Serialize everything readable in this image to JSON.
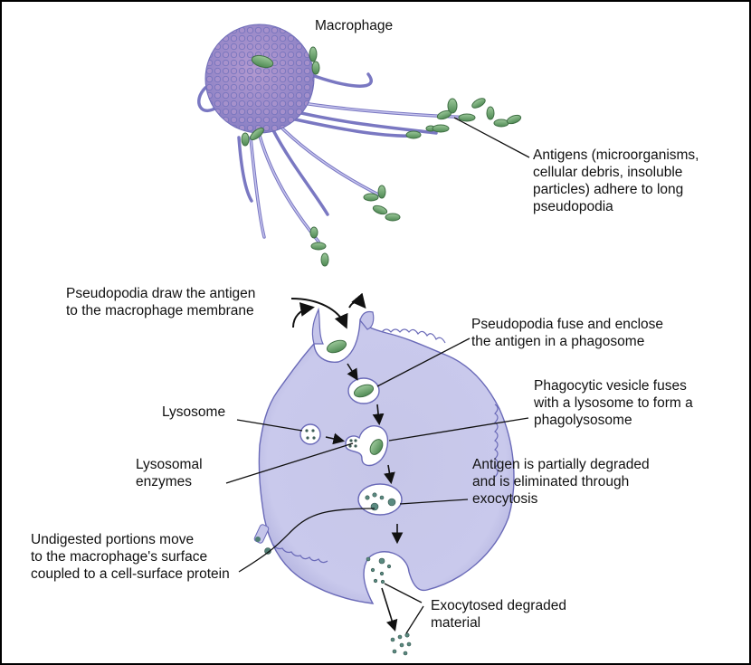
{
  "title": "Macrophage",
  "labels": {
    "antigens": "Antigens (microorganisms,\ncellular debris, insoluble\nparticles) adhere to long\npseudopodia",
    "pseudopodia_draw": "Pseudopodia draw the antigen\nto the macrophage membrane",
    "pseudopodia_fuse": "Pseudopodia fuse and enclose\nthe antigen in a phagosome",
    "phagocytic_vesicle": "Phagocytic vesicle fuses\nwith a lysosome to form a\nphagolysosome",
    "lysosome": "Lysosome",
    "lysosomal_enzymes": "Lysosomal\nenzymes",
    "antigen_degraded": "Antigen is partially degraded\nand is eliminated through\nexocytosis",
    "undigested": "Undigested portions move\nto the macrophage's surface\ncoupled to a cell-surface protein",
    "exocytosed": "Exocytosed degraded\nmaterial"
  },
  "colors": {
    "cytoplasm": "#c9c9ea",
    "membrane": "#6a6ab8",
    "antigen": "#5e9a60",
    "particle": "#4f7f74",
    "macrophage_body": "#9a84c4"
  }
}
